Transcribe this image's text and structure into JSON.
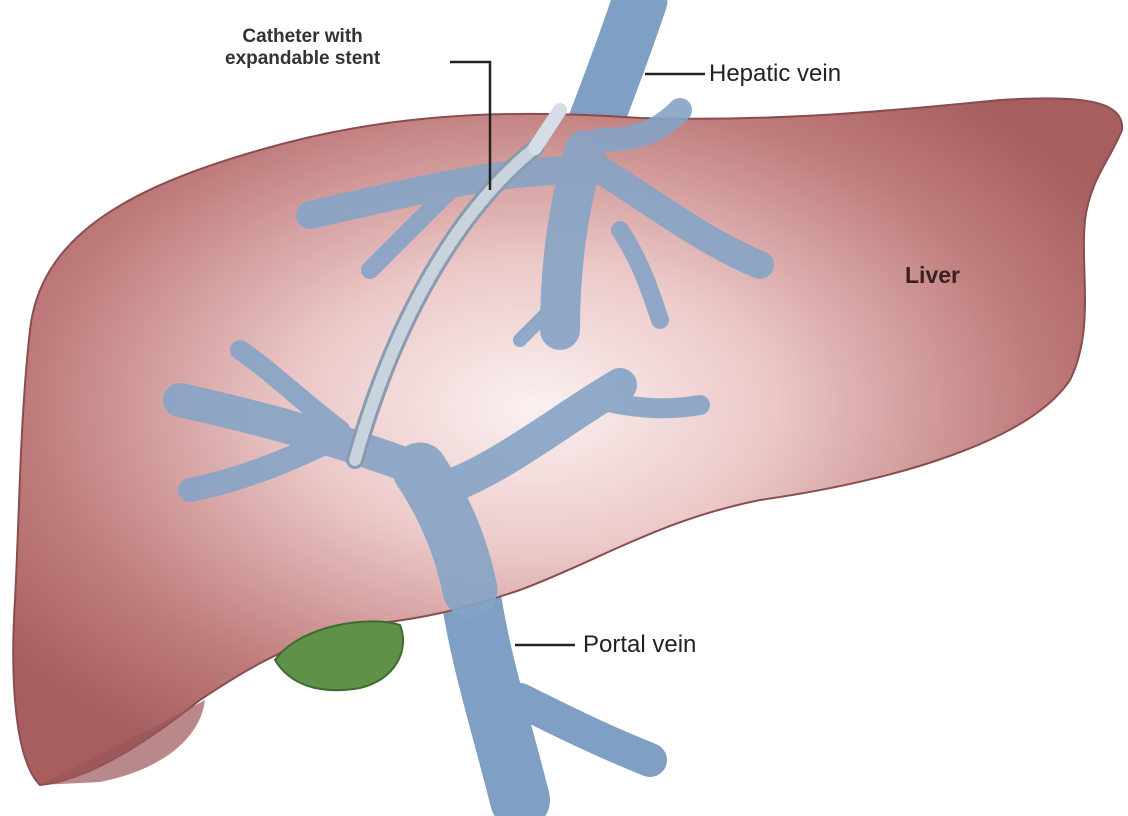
{
  "title": "Liver with TIPS catheter",
  "labels": {
    "catheter_line1": "Catheter with",
    "catheter_line2": "expandable stent",
    "hepatic_vein": "Hepatic vein",
    "liver": "Liver",
    "portal_vein": "Portal vein"
  },
  "colors": {
    "liver": "#b5686a",
    "liver_light": "#f4dede",
    "vein": "#7f9fc4",
    "gallbladder": "#5f9248",
    "catheter": "#b8c4d0"
  }
}
